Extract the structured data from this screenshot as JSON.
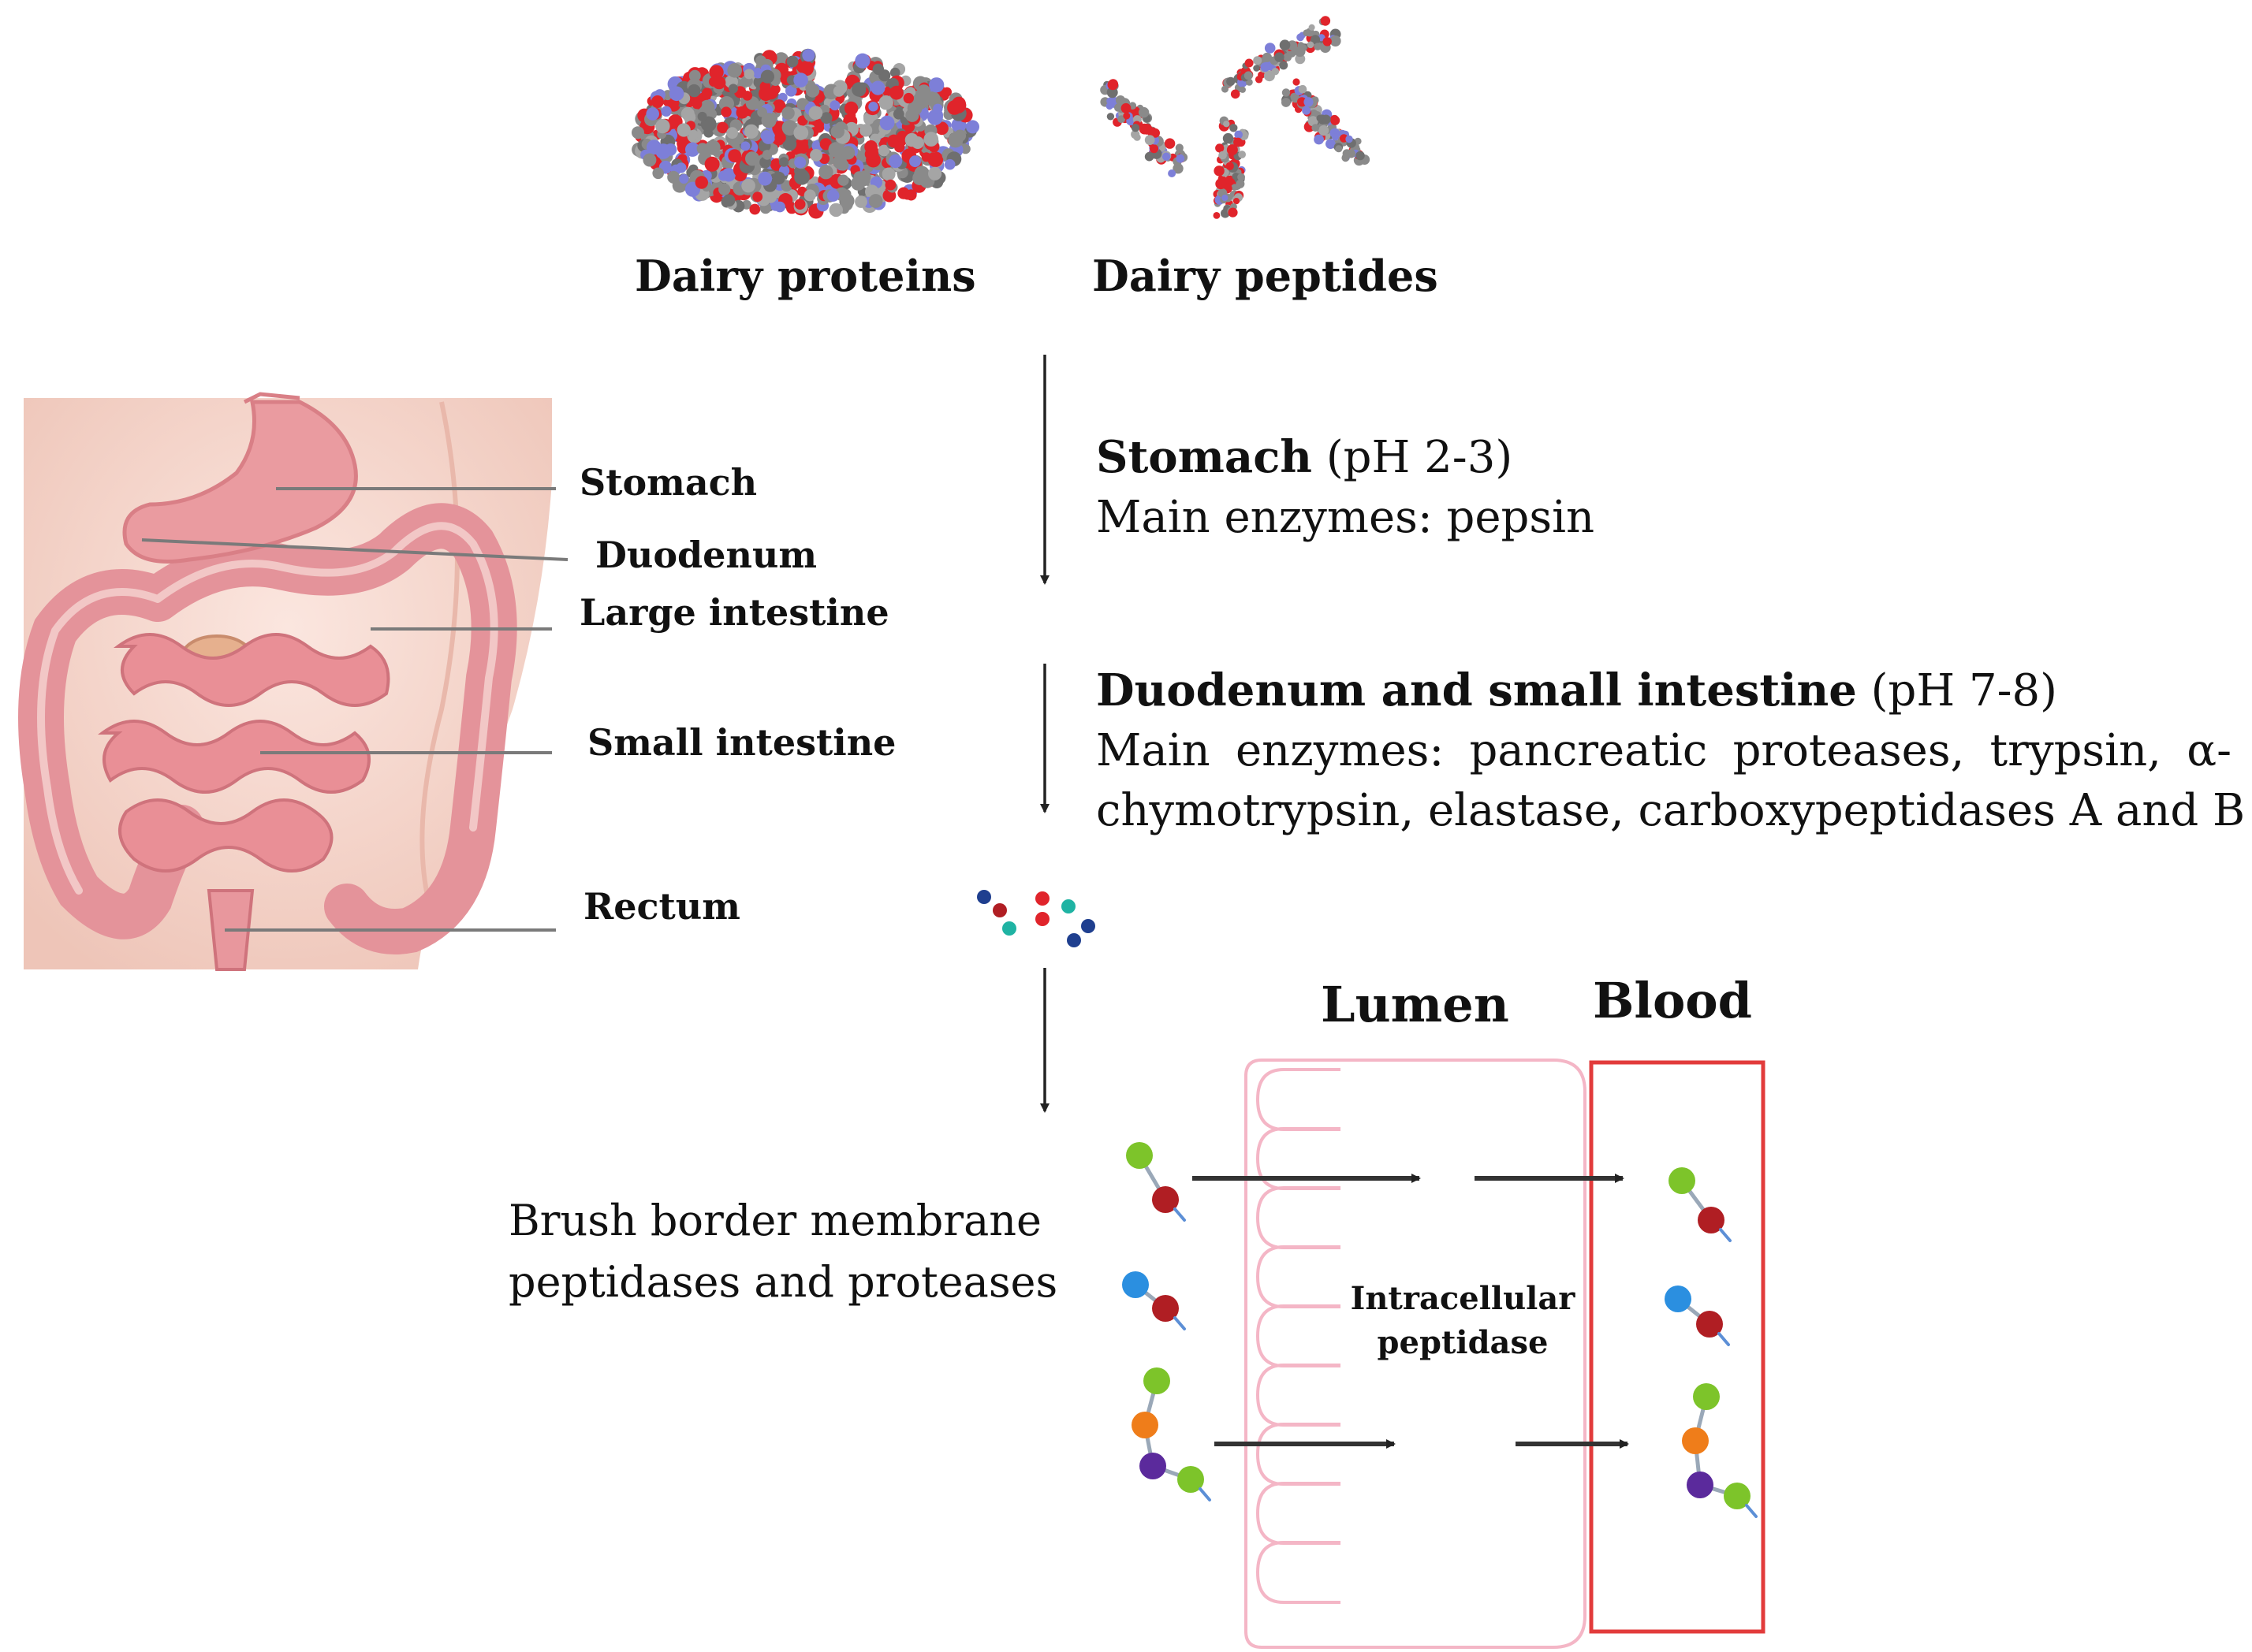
{
  "molecules": {
    "proteins_label": "Dairy proteins",
    "peptides_label": "Dairy peptides"
  },
  "organs": {
    "stomach": "Stomach",
    "duodenum": "Duodenum",
    "large_intestine": "Large intestine",
    "small_intestine": "Small intestine",
    "rectum": "Rectum"
  },
  "steps": {
    "stomach": {
      "name": "Stomach",
      "ph": "(pH 2-3)",
      "enzymes": "Main enzymes: pepsin"
    },
    "duodenum": {
      "name": "Duodenum and small intestine",
      "ph": "(pH 7-8)",
      "enzymes_line1": "Main enzymes: pancreatic proteases, trypsin, α-",
      "enzymes_line2": "chymotrypsin, elastase, carboxypeptidases A and B"
    },
    "brush_border": {
      "line1": "Brush border membrane",
      "line2": "peptidases and proteases"
    }
  },
  "absorption": {
    "lumen_label": "Lumen",
    "blood_label": "Blood",
    "intracellular_line1": "Intracellular",
    "intracellular_line2": "peptidase"
  },
  "colors": {
    "blood_border": "#e23b3b",
    "villi": "#f4b6c6",
    "body_skin": "#f6d9cf",
    "intestine": "#e89a9f",
    "stomach": "#ec9ca0",
    "green": "#7dc42a",
    "darkred": "#b01e23",
    "blue": "#2b8fe0",
    "orange": "#ef7d1a",
    "purple": "#5b2a9c",
    "protein_gray": "#8a8a8a",
    "protein_red": "#e0242b",
    "protein_blue": "#7d7fd8",
    "navy": "#1f3f8f",
    "teal": "#1fb3a3"
  }
}
